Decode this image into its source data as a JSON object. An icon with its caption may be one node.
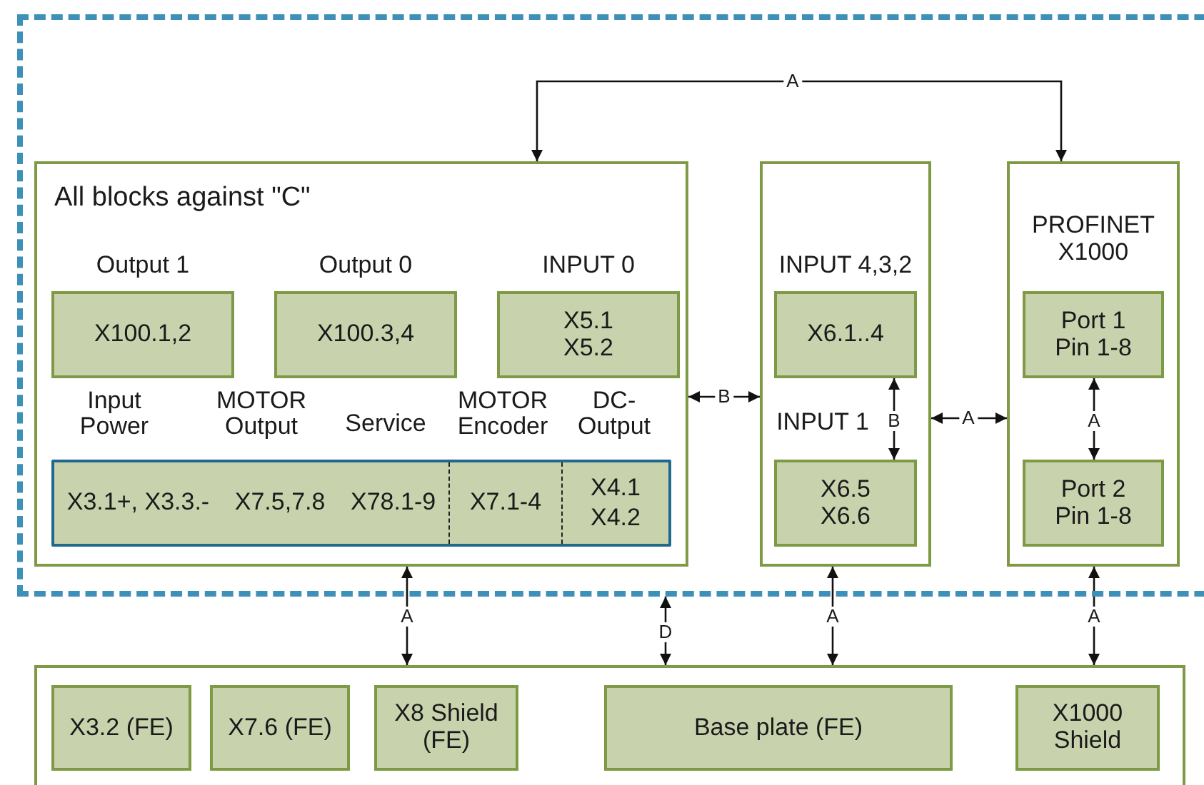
{
  "diagram": {
    "nodes": [
      {
        "text": [],
        "shape": "box"
      },
      {
        "text": [
          "All blocks against \"C\""
        ],
        "in": 0
      },
      {
        "text": [
          "Output 1",
          "X100.1,2"
        ],
        "in": 1
      },
      {
        "text": [
          "Output 0",
          "X100.3,4"
        ],
        "in": 1
      },
      {
        "text": [
          "INPUT 0",
          "X5.1 X5.2"
        ],
        "in": 1
      },
      {
        "text": [],
        "shape": "bar",
        "in": 1
      },
      {
        "text": [
          "X3.1+, X3.3.-",
          "X7.5,7.8",
          "X78.1-9"
        ],
        "in": 5
      },
      {
        "text": [
          "X7.1-4"
        ],
        "in": 5
      },
      {
        "text": [
          "X4.1 X4.2"
        ],
        "in": 5
      },
      {
        "text": [],
        "shape": "box",
        "in": 0
      },
      {
        "text": [
          "INPUT 4,3,2",
          "X6.1..4"
        ],
        "in": 9
      },
      {
        "text": [
          "X6.5 X6.6"
        ],
        "in": 9
      },
      {
        "text": [
          "PROFINET X1000"
        ],
        "in": 0
      },
      {
        "text": [
          "Port 1 Pin 1-8"
        ],
        "in": 12
      },
      {
        "text": [
          "Port 2 Pin 1-8"
        ],
        "in": 12
      },
      {
        "text": [],
        "shape": "box"
      },
      {
        "text": [
          "X3.2 (FE)"
        ],
        "in": 15
      },
      {
        "text": [
          "X7.6 (FE)"
        ],
        "in": 15
      },
      {
        "text": [
          "X8 Shield (FE)"
        ],
        "in": 15
      },
      {
        "text": [
          "Base plate (FE)"
        ],
        "in": 15
      },
      {
        "text": [
          "X1000 Shield"
        ],
        "in": 15
      }
    ],
    "edges": [
      {
        "from": 1,
        "to": 12,
        "arrow": "both",
        "label": "A"
      },
      {
        "from": 1,
        "to": 9,
        "arrow": "both",
        "label": "B"
      },
      {
        "from": 10,
        "to": 11,
        "arrow": "both",
        "label": "B"
      },
      {
        "from": 9,
        "to": 12,
        "arrow": "both",
        "label": "A"
      },
      {
        "from": 13,
        "to": 14,
        "arrow": "both",
        "label": "A"
      },
      {
        "from": 1,
        "to": 15,
        "arrow": "both",
        "label": "A"
      },
      {
        "from": 0,
        "to": 15,
        "arrow": "both",
        "label": "D"
      },
      {
        "from": 9,
        "to": 15,
        "arrow": "both",
        "label": "A"
      },
      {
        "from": 12,
        "to": 15,
        "arrow": "both",
        "label": "A"
      }
    ],
    "labels": [
      "Input Power",
      "MOTOR Output",
      "Service",
      "MOTOR Encoder",
      "DC- Output",
      "INPUT 1"
    ]
  }
}
